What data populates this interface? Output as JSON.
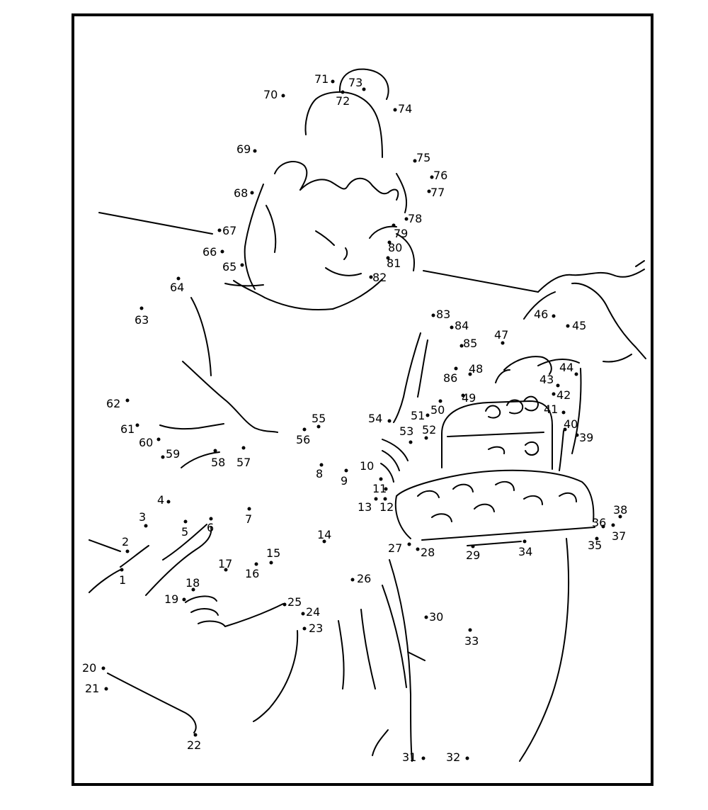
{
  "puzzle": {
    "dot_labels": [
      "1",
      "2",
      "3",
      "4",
      "5",
      "6",
      "7",
      "8",
      "9",
      "10",
      "11",
      "12",
      "13",
      "14",
      "15",
      "16",
      "17",
      "18",
      "19",
      "20",
      "21",
      "22",
      "23",
      "24",
      "25",
      "26",
      "27",
      "28",
      "29",
      "30",
      "31",
      "32",
      "33",
      "34",
      "35",
      "36",
      "37",
      "38",
      "39",
      "40",
      "41",
      "42",
      "43",
      "44",
      "45",
      "46",
      "47",
      "48",
      "49",
      "50",
      "51",
      "52",
      "53",
      "54",
      "55",
      "56",
      "57",
      "58",
      "59",
      "60",
      "61",
      "62",
      "63",
      "64",
      "65",
      "66",
      "67",
      "68",
      "69",
      "70",
      "71",
      "72",
      "73",
      "74",
      "75",
      "76",
      "77",
      "78",
      "79",
      "80",
      "81",
      "82",
      "83",
      "84",
      "85",
      "86"
    ]
  }
}
